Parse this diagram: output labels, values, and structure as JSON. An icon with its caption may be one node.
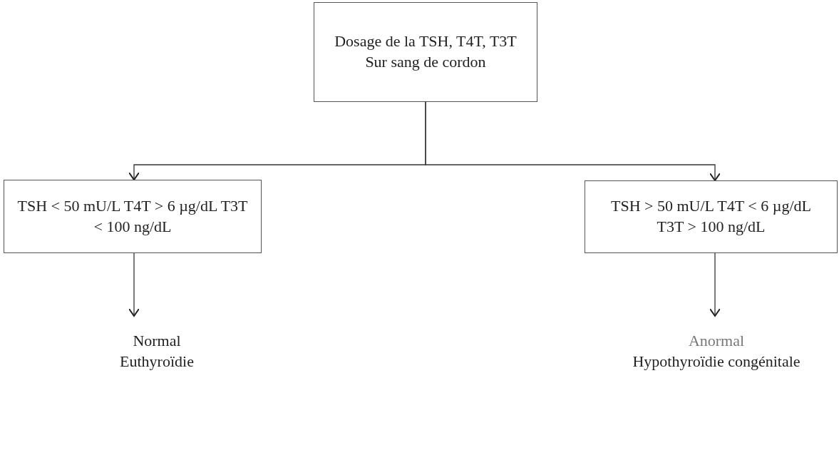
{
  "diagram": {
    "nodes": [
      {
        "text": [
          "Dosage de la TSH, T4T, T3T Sur sang de cordon"
        ]
      },
      {
        "text": [
          "TSH < 50 mU/L T4T > 6 µg/dL T3T < 100 ng/dL"
        ]
      },
      {
        "text": [
          "TSH > 50 mU/L T4T < 6 µg/dL T3T > 100 ng/dL"
        ]
      },
      {
        "text": [
          "Normal",
          "Euthyroïdie"
        ]
      },
      {
        "text": [
          "Anormal",
          "Hypothyroïdie congénitale"
        ]
      }
    ],
    "edges": [
      {
        "from": 0,
        "to": 1,
        "arrow": "to"
      },
      {
        "from": 0,
        "to": 2,
        "arrow": "to"
      },
      {
        "from": 1,
        "to": 3,
        "arrow": "to"
      },
      {
        "from": 2,
        "to": 4,
        "arrow": "to"
      }
    ]
  }
}
